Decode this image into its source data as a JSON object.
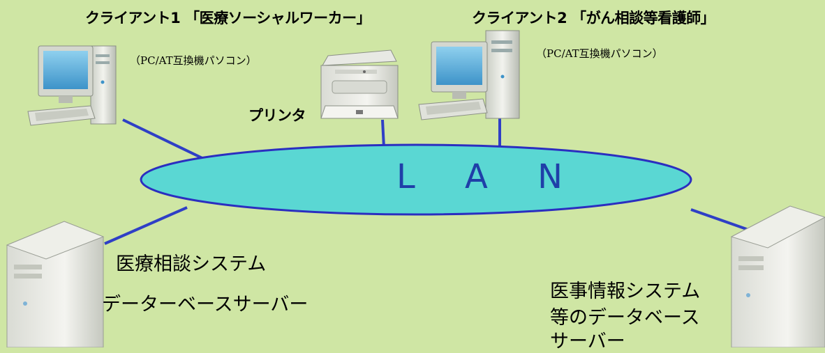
{
  "client1": {
    "title": "クライアント1 「医療ソーシャルワーカー」",
    "subtitle": "（PC/AT互換機パソコン）"
  },
  "client2": {
    "title": "クライアント2 「がん相談等看護師」",
    "subtitle": "（PC/AT互換機パソコン）"
  },
  "printer": {
    "label": "プリンタ"
  },
  "lan": {
    "label": "L A N"
  },
  "server_left": {
    "line1": "医療相談システム",
    "line2": "データーベースサーバー"
  },
  "server_right": {
    "line1": "医事情報システム",
    "line2": "等のデータベース",
    "line3": "サーバー"
  },
  "colors": {
    "background": "#cfe6a4",
    "lan_fill": "#5ad7d3",
    "lan_stroke": "#2b2ec0",
    "link_line": "#2f3fc6",
    "lan_text": "#1f3fa8"
  }
}
